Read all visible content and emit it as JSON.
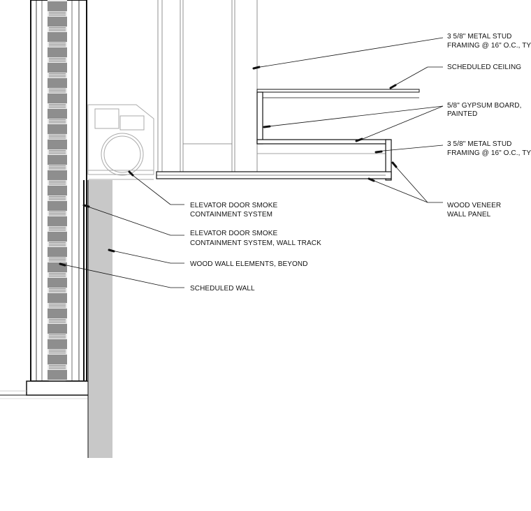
{
  "annotations": [
    {
      "id": "metal-stud-top",
      "lines": [
        "3 5/8\" METAL STUD",
        "FRAMING @ 16\" O.C., TYP."
      ]
    },
    {
      "id": "scheduled-ceiling",
      "lines": [
        "SCHEDULED CEILING"
      ]
    },
    {
      "id": "gypsum-board",
      "lines": [
        "5/8\" GYPSUM BOARD,",
        "PAINTED"
      ]
    },
    {
      "id": "metal-stud-bottom",
      "lines": [
        "3 5/8\" METAL STUD",
        "FRAMING @ 16\" O.C., TYP."
      ]
    },
    {
      "id": "wood-veneer",
      "lines": [
        "WOOD VENEER",
        "WALL PANEL"
      ]
    },
    {
      "id": "smoke-system",
      "lines": [
        "ELEVATOR DOOR SMOKE",
        "CONTAINMENT SYSTEM"
      ]
    },
    {
      "id": "smoke-track",
      "lines": [
        "ELEVATOR DOOR SMOKE",
        "CONTAINMENT SYSTEM, WALL TRACK"
      ]
    },
    {
      "id": "wood-elements",
      "lines": [
        "WOOD WALL ELEMENTS, BEYOND"
      ]
    },
    {
      "id": "scheduled-wall",
      "lines": [
        "SCHEDULED WALL"
      ]
    }
  ],
  "colors": {
    "line": "#111111",
    "wall_fill": "#c8c8c8",
    "stripe_dark": "#8e8e8e",
    "stripe_light": "#e8e8e8",
    "light_line": "#aaaaaa"
  }
}
